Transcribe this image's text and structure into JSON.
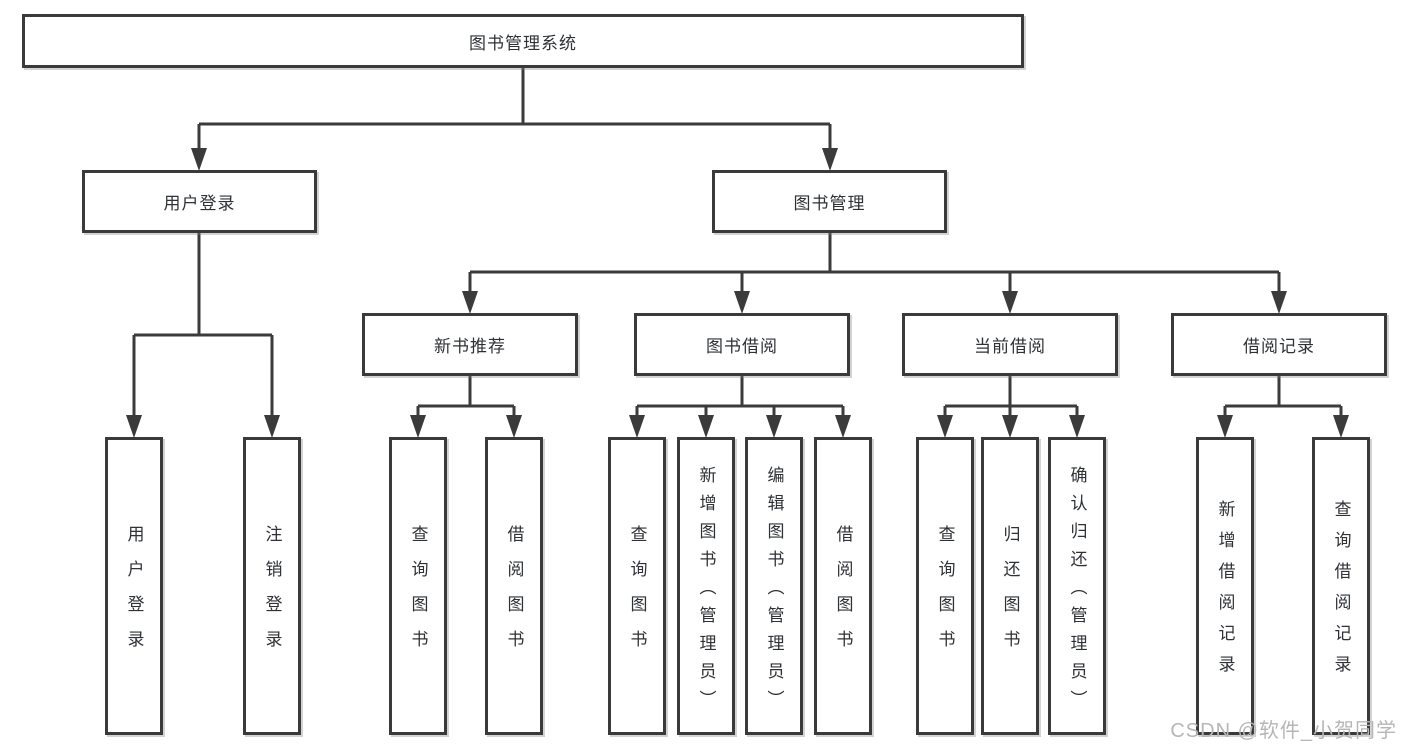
{
  "tree": {
    "root": {
      "label": "图书管理系统"
    },
    "user_login": {
      "label": "用户登录",
      "children": [
        {
          "label": "用户登录"
        },
        {
          "label": "注销登录"
        }
      ]
    },
    "book_management": {
      "label": "图书管理",
      "modules": [
        {
          "label": "新书推荐",
          "children": [
            {
              "label": "查询图书"
            },
            {
              "label": "借阅图书"
            }
          ]
        },
        {
          "label": "图书借阅",
          "children": [
            {
              "label": "查询图书"
            },
            {
              "label": "新增图书（管理员）"
            },
            {
              "label": "编辑图书（管理员）"
            },
            {
              "label": "借阅图书"
            }
          ]
        },
        {
          "label": "当前借阅",
          "children": [
            {
              "label": "查询图书"
            },
            {
              "label": "归还图书"
            },
            {
              "label": "确认归还（管理员）"
            }
          ]
        },
        {
          "label": "借阅记录",
          "children": [
            {
              "label": "新增借阅记录"
            },
            {
              "label": "查询借阅记录"
            }
          ]
        }
      ]
    }
  },
  "watermark": {
    "text": "CSDN @软件_小贺同学"
  },
  "colors": {
    "line": "#3b3b3b",
    "border": "#3a3a3a",
    "text": "#2e3135",
    "watermark": "#b6b6b6",
    "background": "#ffffff"
  }
}
